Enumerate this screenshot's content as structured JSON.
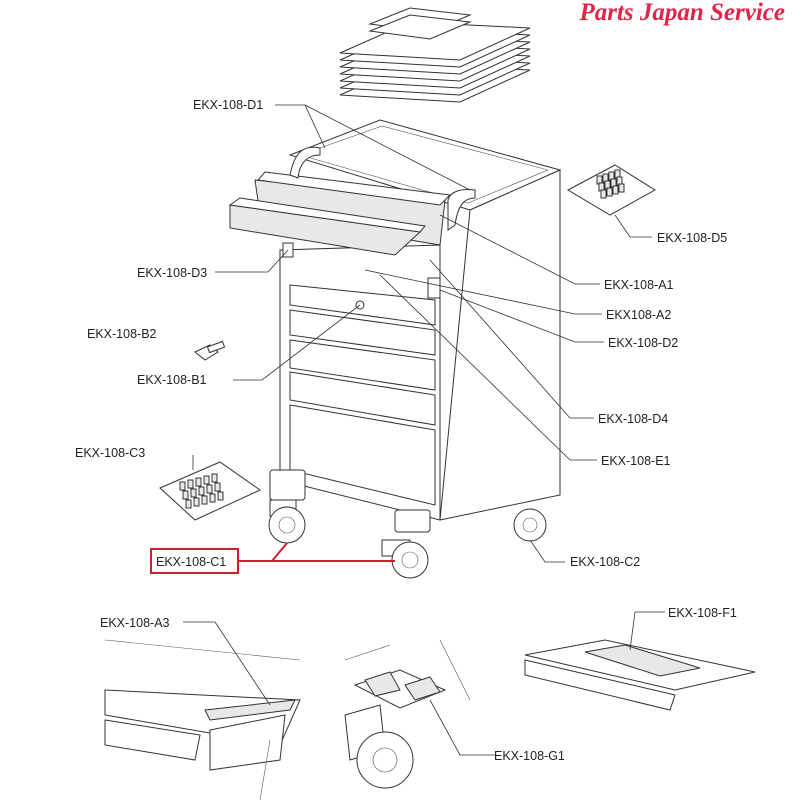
{
  "brand": {
    "text": "Parts Japan Service",
    "color": "#e0244a"
  },
  "highlight_color": "#cc1f2d",
  "labels": {
    "d1": "EKX-108-D1",
    "d3": "EKX-108-D3",
    "b2": "EKX-108-B2",
    "b1": "EKX-108-B1",
    "c3": "EKX-108-C3",
    "c1": "EKX-108-C1",
    "c2": "EKX-108-C2",
    "d5": "EKX-108-D5",
    "a1": "EKX-108-A1",
    "a2": "EKX108-A2",
    "d2": "EKX-108-D2",
    "d4": "EKX-108-D4",
    "e1": "EKX-108-E1",
    "a3": "EKX-108-A3",
    "f1": "EKX-108-F1",
    "g1": "EKX-108-G1"
  }
}
